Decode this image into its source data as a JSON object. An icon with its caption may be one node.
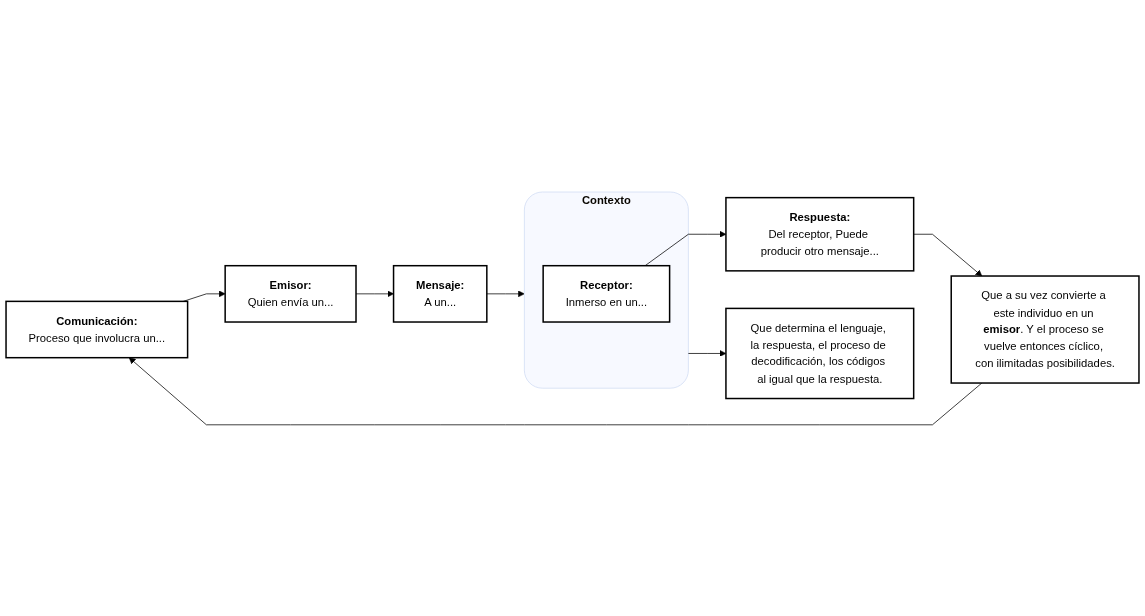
{
  "diagram": {
    "nodes": [
      {
        "text": [
          "Comunicación:",
          "Proceso que involucra un..."
        ]
      },
      {
        "text": [
          "Emisor:",
          "Quien envía un..."
        ]
      },
      {
        "text": [
          "Mensaje:",
          "A un..."
        ]
      },
      {
        "text": [
          "Contexto"
        ]
      },
      {
        "text": [
          "Receptor:",
          "Inmerso en un..."
        ],
        "in": 3
      },
      {
        "text": [
          "Respuesta:",
          "Del receptor, Puede producir otro mensaje..."
        ]
      },
      {
        "text": [
          "Que determina el lenguaje, la respuesta, el proceso de decodificación, los códigos al igual que la respuesta."
        ]
      },
      {
        "text": [
          "Que a su vez convierte a este individuo en un **emisor**. Y el proceso se vuelve entonces cíclico, con ilimitadas posibilidades."
        ]
      }
    ],
    "edges": [
      {
        "from": 0,
        "to": 1,
        "arrow": "to"
      },
      {
        "from": 1,
        "to": 2,
        "arrow": "to"
      },
      {
        "from": 2,
        "to": 3,
        "arrow": "to"
      },
      {
        "from": 4,
        "to": 5,
        "arrow": "to"
      },
      {
        "from": 3,
        "to": 6,
        "arrow": "to"
      },
      {
        "from": 5,
        "to": 7,
        "arrow": "to"
      },
      {
        "from": 7,
        "to": 0,
        "arrow": "to"
      }
    ]
  }
}
